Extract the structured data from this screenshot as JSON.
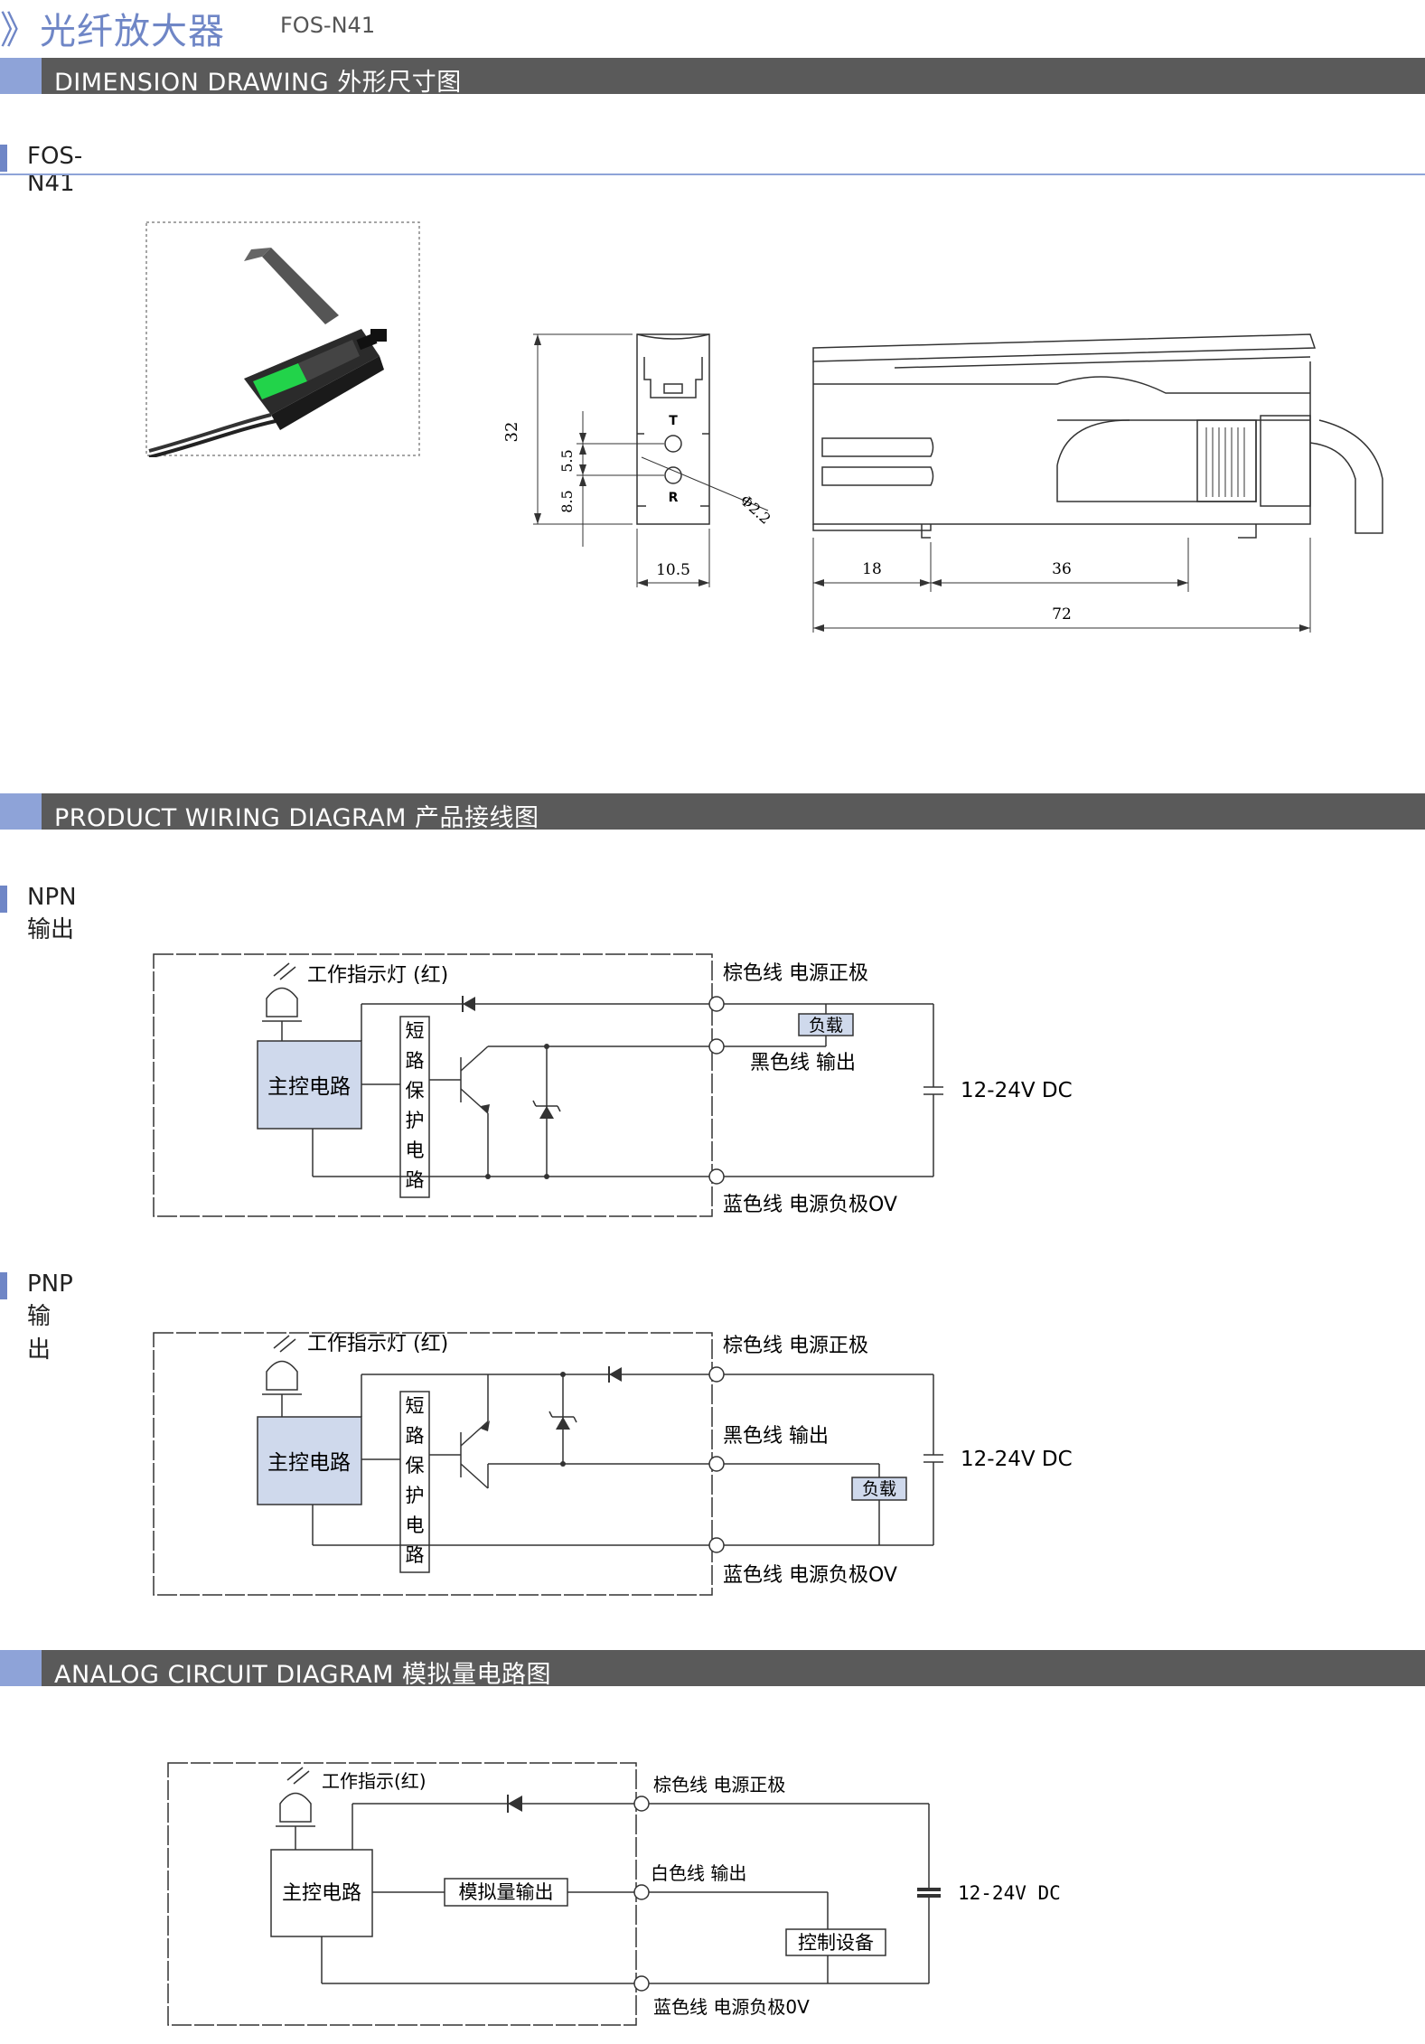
{
  "header": {
    "arrow": "》",
    "title": "光纤放大器",
    "model": "FOS-N41"
  },
  "sections": {
    "dimension": "DIMENSION DRAWING 外形尺寸图",
    "wiring": "PRODUCT WIRING DIAGRAM 产品接线图",
    "analog": "ANALOG CIRCUIT DIAGRAM 模拟量电路图"
  },
  "dimension": {
    "subtitle": "FOS-N41",
    "front": {
      "height": "32",
      "width": "10.5",
      "d1": "5.5",
      "d2": "8.5",
      "hole": "Φ2.2",
      "t": "T",
      "r": "R"
    },
    "side": {
      "d18": "18",
      "d36": "36",
      "d72": "72"
    }
  },
  "npn": {
    "subtitle": "NPN输出",
    "indicator": "工作指示灯  (红)",
    "main": "主控电路",
    "protect": [
      "短",
      "路",
      "保",
      "护",
      "电",
      "路"
    ],
    "brown": "棕色线  电源正极",
    "load": "负载",
    "black": "黑色线  输出",
    "blue": "蓝色线  电源负极OV",
    "supply": "12-24V DC"
  },
  "pnp": {
    "subtitle": "PNP输出",
    "indicator": "工作指示灯  (红)",
    "main": "主控电路",
    "protect": [
      "短",
      "路",
      "保",
      "护",
      "电",
      "路"
    ],
    "brown": "棕色线  电源正极",
    "black": "黑色线  输出",
    "load": "负载",
    "blue": "蓝色线  电源负极OV",
    "supply": "12-24V DC"
  },
  "analog": {
    "indicator": "工作指示(红)",
    "main": "主控电路",
    "output": "模拟量输出",
    "brown": "棕色线   电源正极",
    "white": "白色线   输出",
    "device": "控制设备",
    "blue": "蓝色线   电源负极0V",
    "supply": "12-24V DC"
  }
}
